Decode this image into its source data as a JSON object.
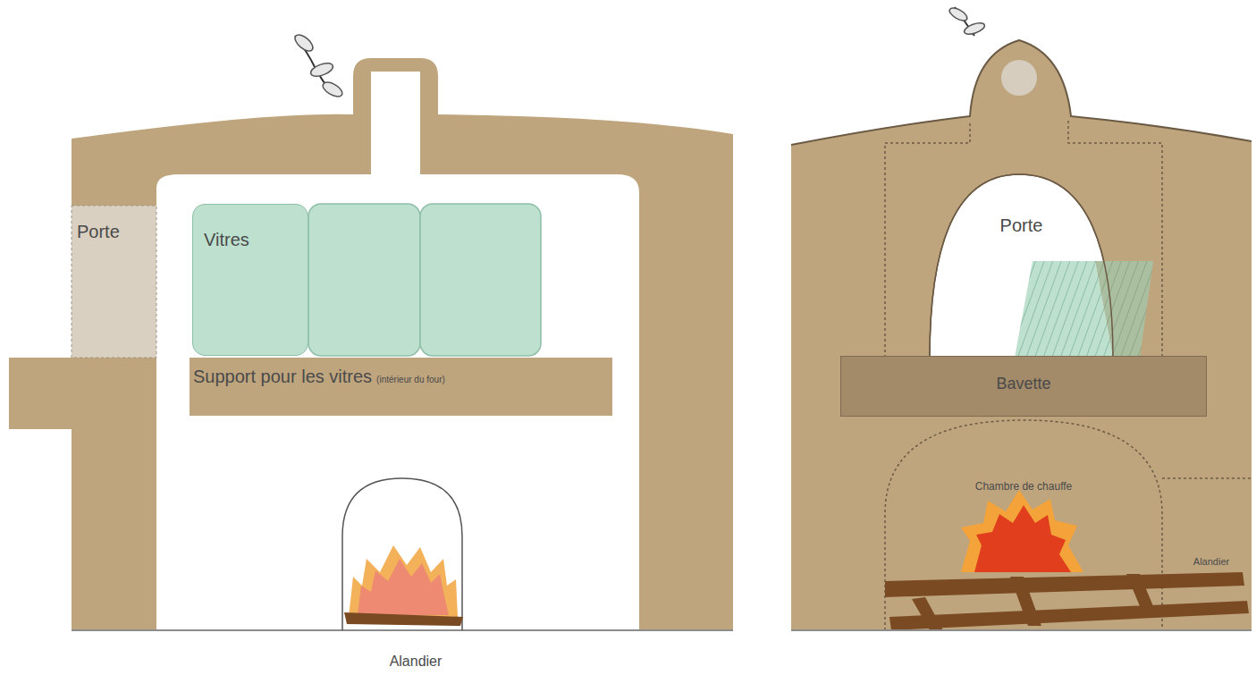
{
  "diagram": {
    "nodes": [
      {
        "text": [
          "Porte"
        ]
      },
      {
        "text": [
          "Vitres"
        ]
      },
      {
        "text": [
          "Support pour les vitres",
          "(intérieur du four)"
        ]
      },
      {
        "text": [
          "Porte"
        ]
      },
      {
        "text": [
          "Bavette"
        ]
      }
    ],
    "labels": [
      "Alandier",
      "Chambre de chauffe",
      "Alandier"
    ]
  }
}
